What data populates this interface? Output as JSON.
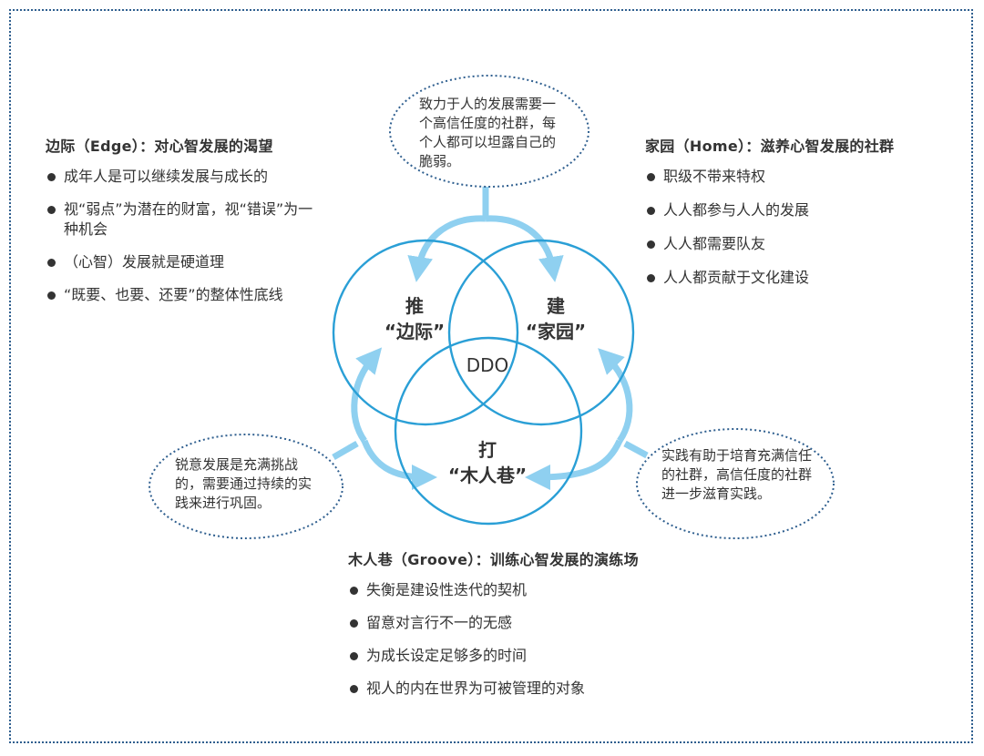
{
  "center_label": "DDO",
  "circles": {
    "push": [
      "推",
      "“边际”"
    ],
    "build": [
      "建",
      "“家园”"
    ],
    "hit": [
      "打",
      "“木人巷”"
    ]
  },
  "panels": {
    "edge": {
      "title": "边际（Edge）：对心智发展的渴望",
      "items": [
        "成年人是可以继续发展与成长的",
        "视“弱点”为潜在的财富，视“错误”为一种机会",
        "（心智）发展就是硬道理",
        "“既要、也要、还要”的整体性底线"
      ]
    },
    "home": {
      "title": "家园（Home）：滋养心智发展的社群",
      "items": [
        "职级不带来特权",
        "人人都参与人人的发展",
        "人人都需要队友",
        "人人都贡献于文化建设"
      ]
    },
    "groove": {
      "title": "木人巷（Groove）：训练心智发展的演练场",
      "items": [
        "失衡是建设性迭代的契机",
        "留意对言行不一的无感",
        "为成长设定足够多的时间",
        "视人的内在世界为可被管理的对象"
      ]
    }
  },
  "bubbles": {
    "top": "致力于人的发展需要一个高信任度的社群，每个人都可以坦露自己的脆弱。",
    "left": "锐意发展是充满挑战的，需要通过持续的实践来进行巩固。",
    "right": "实践有助于培育充满信任的社群，高信任度的社群进一步滋育实践。"
  },
  "colors": {
    "circle_stroke": "#2a9fd6",
    "arrow": "#8fd0f0",
    "bubble_border": "#2f5f8f",
    "frame": "#2f5f8f"
  }
}
